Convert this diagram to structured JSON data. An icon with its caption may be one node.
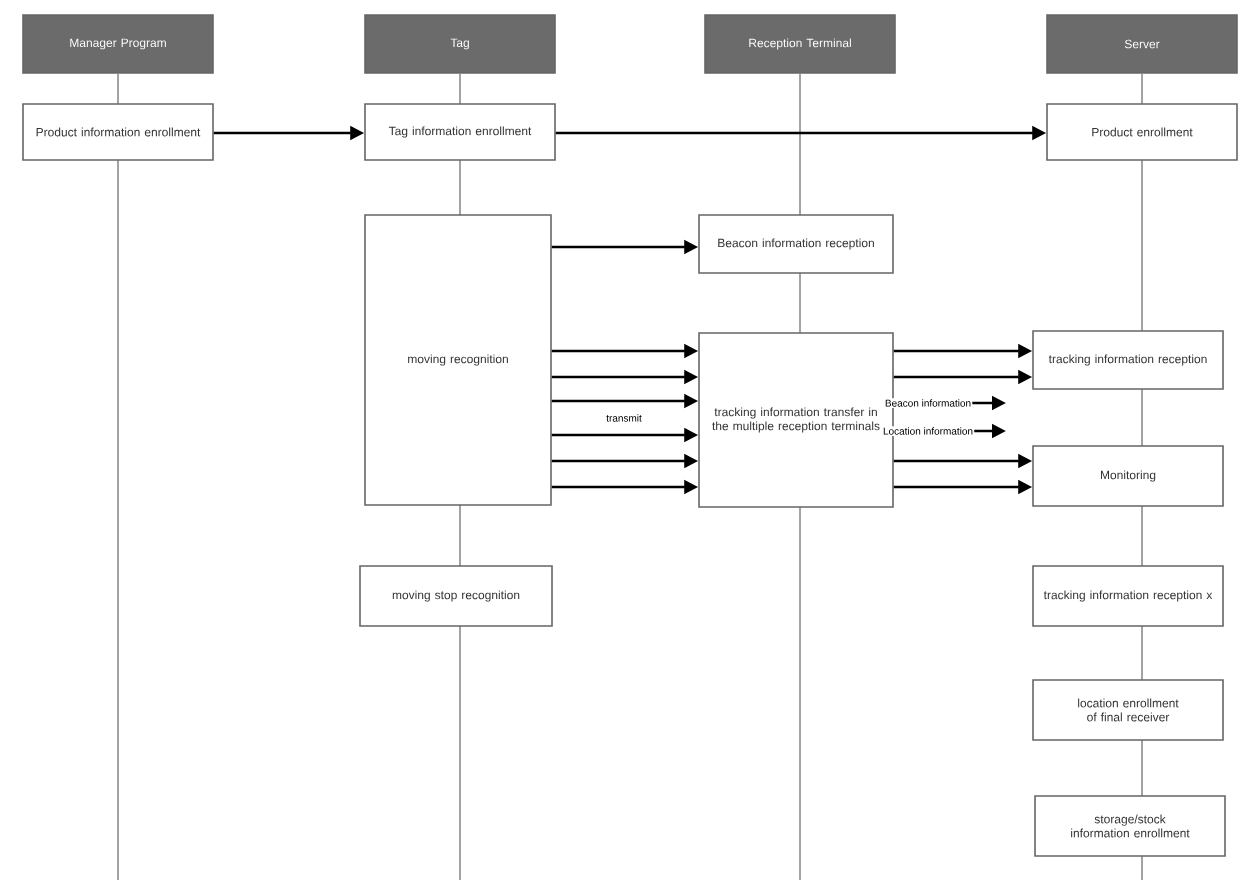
{
  "diagram": {
    "nodes": [
      {
        "text": [
          "Manager Program"
        ]
      },
      {
        "text": [
          "Tag"
        ]
      },
      {
        "text": [
          "Reception Terminal"
        ]
      },
      {
        "text": [
          "Server"
        ]
      },
      {
        "text": [
          "Product information enrollment"
        ]
      },
      {
        "text": [
          "Tag information enrollment"
        ]
      },
      {
        "text": [
          "Product enrollment"
        ]
      },
      {
        "text": [
          "moving recognition"
        ]
      },
      {
        "text": [
          "Beacon information reception"
        ]
      },
      {
        "text": [
          "tracking information transfer in the multiple reception terminals"
        ]
      },
      {
        "text": [
          "tracking information reception"
        ]
      },
      {
        "text": [
          "Monitoring"
        ]
      },
      {
        "text": [
          "moving stop recognition"
        ]
      },
      {
        "text": [
          "tracking information reception x"
        ]
      },
      {
        "text": [
          "location enrollment of final receiver"
        ]
      },
      {
        "text": [
          "storage/stock information enrollment"
        ]
      }
    ],
    "edges": [
      {
        "from": 4,
        "to": 5,
        "arrow": "to"
      },
      {
        "from": 5,
        "to": 6,
        "arrow": "to"
      },
      {
        "from": 7,
        "to": 8,
        "arrow": "to"
      },
      {
        "from": 7,
        "to": 9,
        "arrow": "to"
      },
      {
        "from": 7,
        "to": 9,
        "arrow": "to"
      },
      {
        "from": 7,
        "to": 9,
        "arrow": "to",
        "label": "transmit"
      },
      {
        "from": 7,
        "to": 9,
        "arrow": "to"
      },
      {
        "from": 7,
        "to": 9,
        "arrow": "to"
      },
      {
        "from": 7,
        "to": 9,
        "arrow": "to"
      },
      {
        "from": 9,
        "to": 10,
        "arrow": "to"
      },
      {
        "from": 9,
        "to": 10,
        "arrow": "to"
      },
      {
        "from": 9,
        "to": null,
        "arrow": "to",
        "label": "Beacon information"
      },
      {
        "from": 9,
        "to": null,
        "arrow": "to",
        "label": "Location information"
      },
      {
        "from": 9,
        "to": 11,
        "arrow": "to"
      },
      {
        "from": 9,
        "to": 11,
        "arrow": "to"
      }
    ]
  }
}
